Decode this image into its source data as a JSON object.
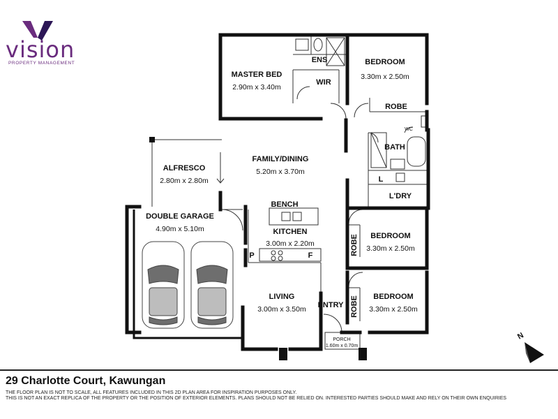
{
  "brand": {
    "name": "vision",
    "tagline": "PROPERTY MANAGEMENT",
    "color": "#6a2c7e",
    "accent": "#2c1656"
  },
  "rooms": {
    "master_bed": {
      "name": "MASTER BED",
      "dim": "2.90m x 3.40m"
    },
    "ens": {
      "name": "ENS"
    },
    "wir": {
      "name": "WIR"
    },
    "bedroom_top": {
      "name": "BEDROOM",
      "dim": "3.30m x 2.50m"
    },
    "robe_top": {
      "name": "ROBE"
    },
    "wc": {
      "name": "WC"
    },
    "bath": {
      "name": "BATH"
    },
    "ldry": {
      "name": "L'DRY"
    },
    "ldry_l": {
      "name": "L"
    },
    "alfresco": {
      "name": "ALFRESCO",
      "dim": "2.80m x 2.80m"
    },
    "family_dining": {
      "name": "FAMILY/DINING",
      "dim": "5.20m x 3.70m"
    },
    "bench": {
      "name": "BENCH"
    },
    "kitchen": {
      "name": "KITCHEN",
      "dim": "3.00m x 2.20m"
    },
    "pantry": {
      "name": "P"
    },
    "fridge": {
      "name": "F"
    },
    "double_garage": {
      "name": "DOUBLE GARAGE",
      "dim": "4.90m x 5.10m"
    },
    "bedroom_mid": {
      "name": "BEDROOM",
      "dim": "3.30m x 2.50m"
    },
    "robe_mid": {
      "name": "ROBE"
    },
    "bedroom_bottom": {
      "name": "BEDROOM",
      "dim": "3.30m x 2.50m"
    },
    "robe_bottom": {
      "name": "ROBE"
    },
    "living": {
      "name": "LIVING",
      "dim": "3.00m x 3.50m"
    },
    "entry": {
      "name": "ENTRY"
    },
    "porch": {
      "name": "PORCH",
      "dim": "1.60m x 0.70m"
    }
  },
  "compass": {
    "label": "N"
  },
  "footer": {
    "address": "29 Charlotte Court, Kawungan",
    "disclaimer_1": "THE FLOOR PLAN IS NOT TO SCALE, ALL FEATURES INCLUDED IN THIS 2D PLAN AREA FOR INSPIRATION PURPOSES ONLY.",
    "disclaimer_2": "THIS IS NOT AN EXACT REPLICA OF THE PROPERTY OR THE POSITION OF EXTERIOR ELEMENTS. PLANS SHOULD NOT BE RELIED ON. INTERESTED PARTIES SHOULD MAKE AND RELY ON THEIR OWN ENQUIRIES"
  }
}
